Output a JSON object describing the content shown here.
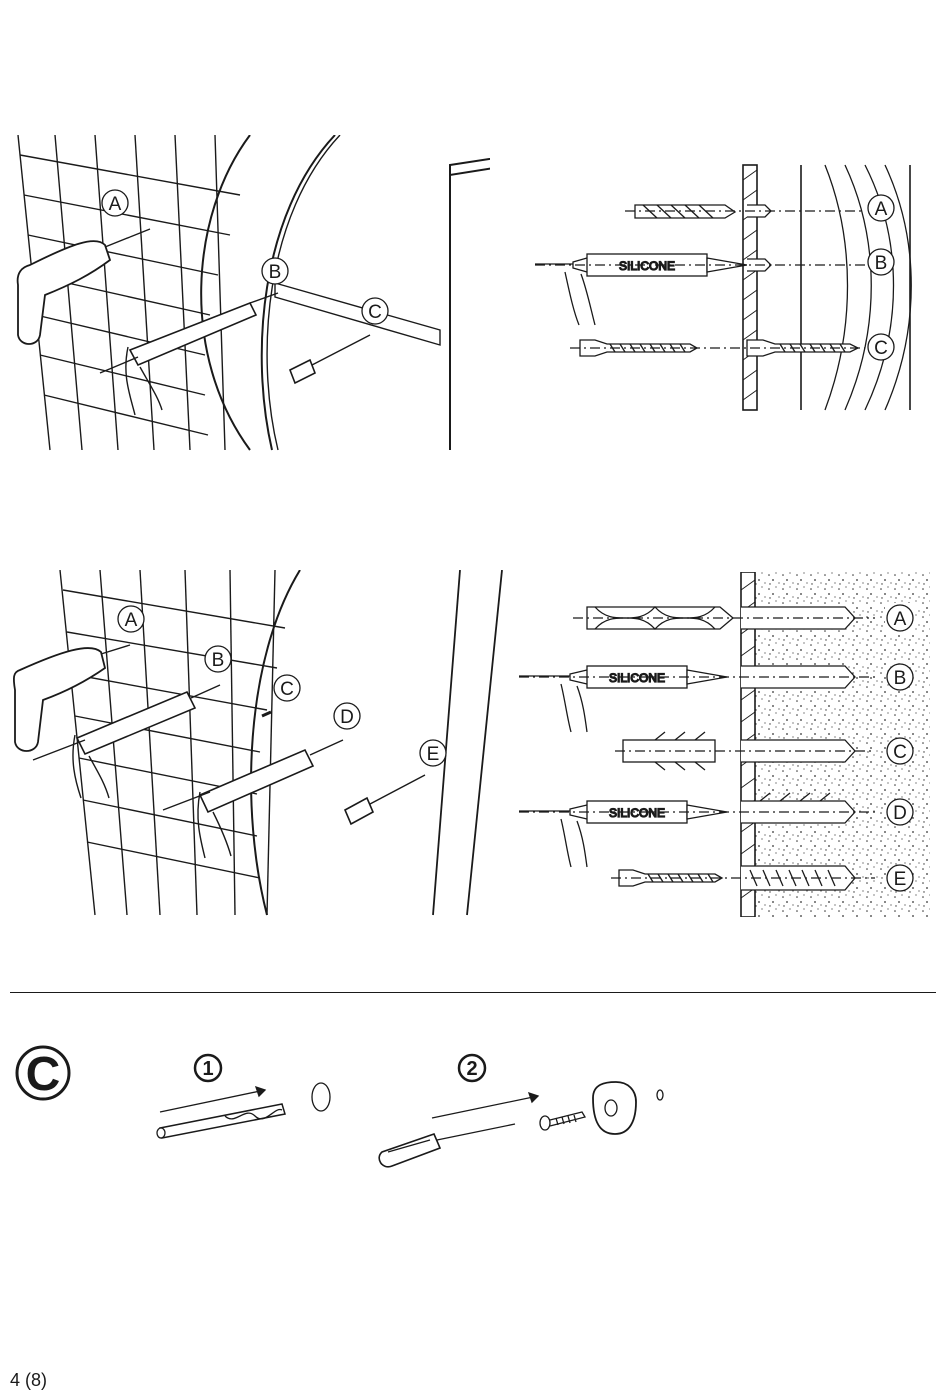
{
  "panel1": {
    "labels": [
      "A",
      "B",
      "C"
    ],
    "detail_labels": [
      "A",
      "B",
      "C"
    ],
    "silicone_label": "SILICONE"
  },
  "panel2": {
    "labels": [
      "A",
      "B",
      "C",
      "D",
      "E"
    ],
    "detail_labels": [
      "A",
      "B",
      "C",
      "D",
      "E"
    ],
    "silicone_label": "SILICONE"
  },
  "section_c": {
    "marker": "C",
    "steps": [
      "1",
      "2"
    ]
  },
  "footer": {
    "page": "4 (8)"
  },
  "icons": [
    "drill-icon",
    "silicone-gun-icon",
    "screwdriver-icon",
    "screw-icon",
    "wall-plug-icon",
    "drill-bit-icon"
  ],
  "colors": {
    "ink": "#1a1a1a",
    "paper": "#ffffff"
  }
}
